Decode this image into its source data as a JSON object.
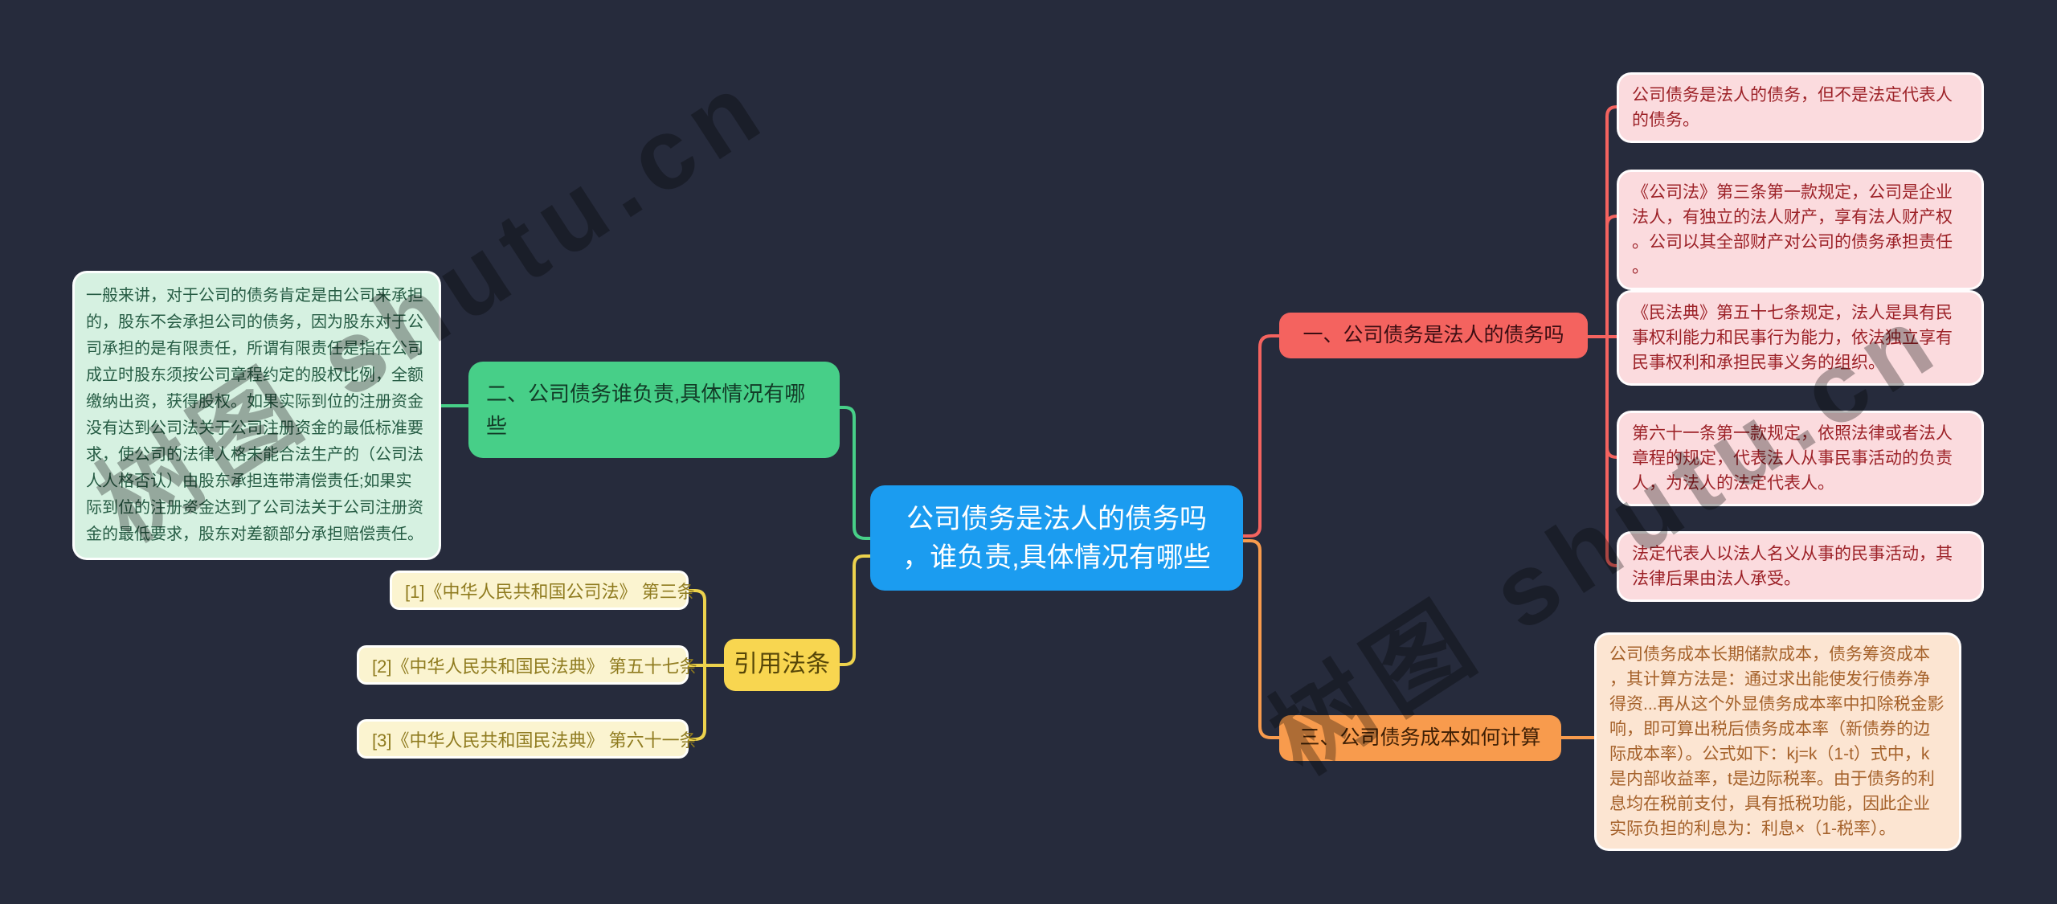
{
  "page": {
    "background": "#262b3c",
    "watermark": "树图 shutu.cn"
  },
  "colors": {
    "bg": "#262b3c",
    "blue": "#1b9cf0",
    "green": "#47cf88",
    "greenlight": "#d6f1e1",
    "greentext": "#123b27",
    "greennotetext": "#265c44",
    "yellow": "#f8d650",
    "yellowlight": "#fbf4d0",
    "yellowtext": "#564608",
    "yellowitemtext": "#8f7b1f",
    "red": "#f4635f",
    "redlight": "#fbdbde",
    "redtext": "#3a0d12",
    "rednotetext": "#9c2127",
    "orange": "#f89b4d",
    "orangelight": "#fce5d2",
    "orangetext": "#402005",
    "orangenotetext": "#a5612a"
  },
  "center": {
    "label": "公司债务是法人的债务吗，谁负责,具体情况有哪些"
  },
  "branch_one": {
    "label": "一、公司债务是法人的债务吗",
    "notes": [
      "公司债务是法人的债务，但不是法定代表人的债务。",
      "《公司法》第三条第一款规定，公司是企业法人，有独立的法人财产，享有法人财产权。公司以其全部财产对公司的债务承担责任。",
      "《民法典》第五十七条规定，法人是具有民事权利能力和民事行为能力，依法独立享有民事权利和承担民事义务的组织。",
      "第六十一条第一款规定，依照法律或者法人章程的规定，代表法人从事民事活动的负责人，为法人的法定代表人。",
      "法定代表人以法人名义从事的民事活动，其法律后果由法人承受。"
    ]
  },
  "branch_two": {
    "label": "二、公司债务谁负责,具体情况有哪些",
    "note": "一般来讲，对于公司的债务肯定是由公司来承担的，股东不会承担公司的债务，因为股东对于公司承担的是有限责任，所谓有限责任是指在公司成立时股东须按公司章程约定的股权比例，全额缴纳出资，获得股权。如果实际到位的注册资金没有达到公司法关于公司注册资金的最低标准要求，使公司的法律人格未能合法生产的（公司法人人格否认）由股东承担连带清偿责任;如果实际到位的注册资金达到了公司法关于公司注册资金的最低要求，股东对差额部分承担赔偿责任。"
  },
  "citations": {
    "label": "引用法条",
    "items": [
      "[1]《中华人民共和国公司法》 第三条",
      "[2]《中华人民共和国民法典》 第五十七条",
      "[3]《中华人民共和国民法典》 第六十一条"
    ]
  },
  "branch_three": {
    "label": "三、公司债务成本如何计算",
    "note": "公司债务成本长期储款成本，债务筹资成本，其计算方法是：通过求出能使发行债券净得资...再从这个外显债务成本率中扣除税金影响，即可算出税后债务成本率（新债券的边际成本率）。公式如下：kj=k（1-t）式中，k是内部收益率，t是边际税率。由于债务的利息均在税前支付，具有抵税功能，因此企业实际负担的利息为：利息×（1-税率）。"
  }
}
